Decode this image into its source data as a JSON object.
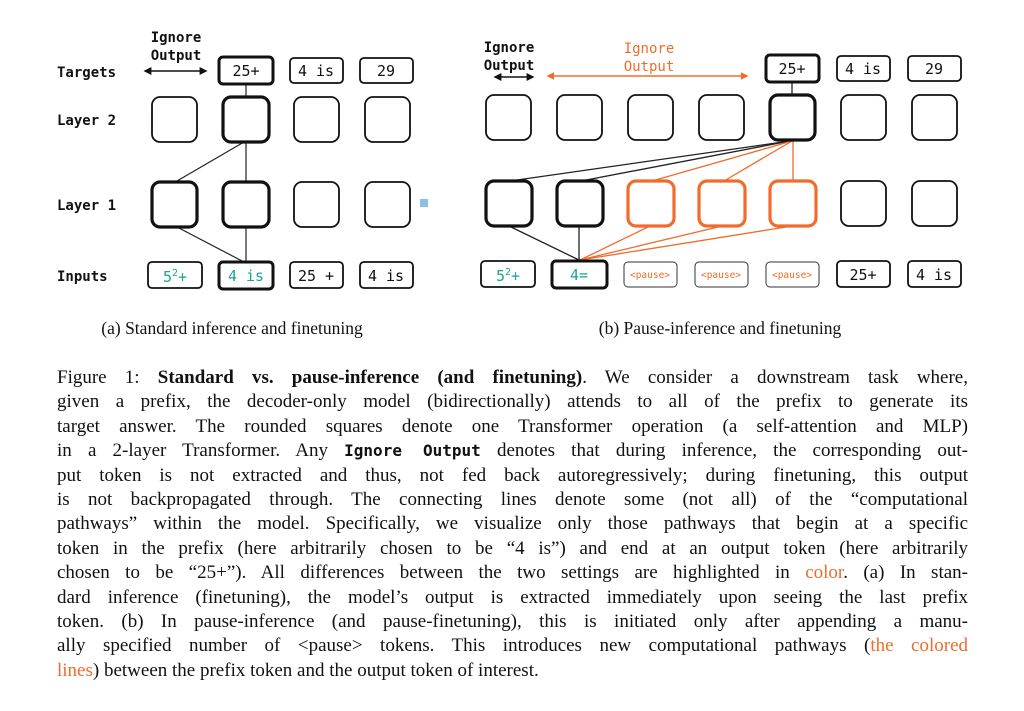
{
  "colors": {
    "accent": "#f26b2a",
    "token_green": "#1aa68a",
    "marker": "#8fbfe0"
  },
  "panel_a": {
    "row_labels": {
      "targets": "Targets",
      "layer2": "Layer 2",
      "layer1": "Layer 1",
      "inputs": "Inputs"
    },
    "ignore_line1": "Ignore",
    "ignore_line2": "Output",
    "targets": [
      "25+",
      "4 is",
      "29"
    ],
    "inputs": [
      "5",
      "2",
      "+",
      "4 is",
      "25 +",
      "4 is"
    ],
    "subcaption": "(a) Standard inference and finetuning"
  },
  "panel_b": {
    "ignore_line1": "Ignore",
    "ignore_line2": "Output",
    "ignore_orange_line1": "Ignore",
    "ignore_orange_line2": "Output",
    "targets": [
      "25+",
      "4 is",
      "29"
    ],
    "inputs": [
      "5",
      "2",
      "+",
      "4=",
      "<pause>",
      "<pause>",
      "<pause>",
      "25+",
      "4 is"
    ],
    "subcaption": "(b) Pause-inference and finetuning"
  },
  "caption": [
    [
      {
        "t": "Figure 1: "
      },
      {
        "t": "Standard vs. pause-inference (and finetuning)",
        "s": "b"
      },
      {
        "t": ". We consider a downstream task where,"
      }
    ],
    [
      {
        "t": "given a prefix, the decoder-only model (bidirectionally) attends to all of the prefix to generate its"
      }
    ],
    [
      {
        "t": "target answer. The rounded squares denote one Transformer operation (a self-attention and MLP)"
      }
    ],
    [
      {
        "t": "in a 2-layer Transformer. Any "
      },
      {
        "t": "Ignore Output",
        "s": "m"
      },
      {
        "t": " denotes that during inference, the corresponding out-"
      }
    ],
    [
      {
        "t": "put token is not extracted and thus, not fed back autoregressively; during finetuning, this output"
      }
    ],
    [
      {
        "t": "is not backpropagated through. The connecting lines denote some (not all) of the “computational"
      }
    ],
    [
      {
        "t": "pathways” within the model. Specifically, we visualize only those pathways that begin at a specific"
      }
    ],
    [
      {
        "t": "token in the prefix (here arbitrarily chosen to be “4 is”) and end at an output token (here arbitrarily"
      }
    ],
    [
      {
        "t": "chosen to be “25+”). All differences between the two settings are highlighted in "
      },
      {
        "t": "color",
        "s": "o"
      },
      {
        "t": ". (a) In stan-"
      }
    ],
    [
      {
        "t": "dard inference (finetuning), the model’s output is extracted immediately upon seeing the last prefix"
      }
    ],
    [
      {
        "t": "token. (b) In pause-inference (and pause-finetuning), this is initiated only after appending a manu-"
      }
    ],
    [
      {
        "t": "ally specified number of <pause> tokens. This introduces new computational pathways ("
      },
      {
        "t": "the colored",
        "s": "o"
      }
    ],
    [
      {
        "t": "lines",
        "s": "o"
      },
      {
        "t": ") between the prefix token and the output token of interest."
      }
    ]
  ]
}
